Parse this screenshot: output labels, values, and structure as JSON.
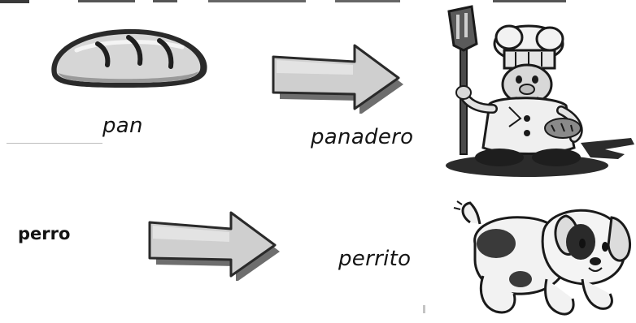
{
  "words": {
    "pan": "pan",
    "panadero": "panadero",
    "perro": "perro",
    "perrito": "perrito"
  },
  "icons": {
    "bread": "bread-loaf-icon",
    "baker": "baker-chef-icon",
    "puppy": "puppy-icon",
    "arrow": "right-arrow-icon"
  },
  "colors": {
    "ink": "#141414",
    "arrow_fill": "#cfcfcf",
    "arrow_shadow": "#6e6e6e",
    "bread_fill": "#d9d9d9"
  }
}
